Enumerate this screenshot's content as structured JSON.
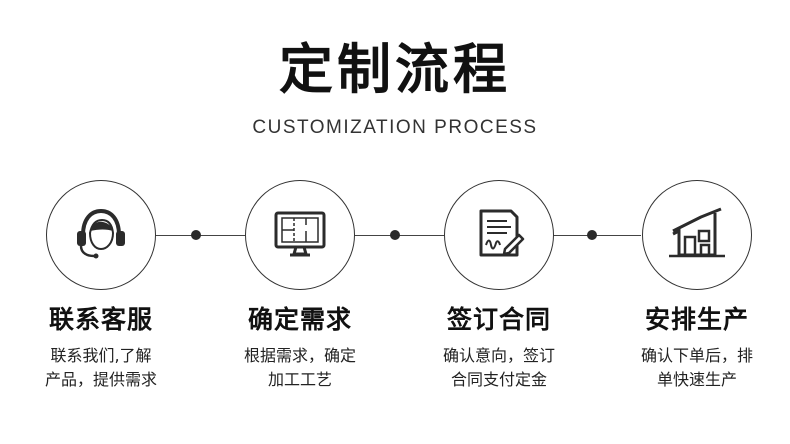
{
  "header": {
    "title": "定制流程",
    "subtitle": "CUSTOMIZATION PROCESS"
  },
  "steps": [
    {
      "icon": "headset-icon",
      "title": "联系客服",
      "desc_line1": "联系我们,了解",
      "desc_line2": "产品，提供需求"
    },
    {
      "icon": "monitor-icon",
      "title": "确定需求",
      "desc_line1": "根据需求，确定",
      "desc_line2": "加工工艺"
    },
    {
      "icon": "contract-sign-icon",
      "title": "签订合同",
      "desc_line1": "确认意向，签订",
      "desc_line2": "合同支付定金"
    },
    {
      "icon": "factory-icon",
      "title": "安排生产",
      "desc_line1": "确认下单后，排",
      "desc_line2": "单快速生产"
    }
  ],
  "colors": {
    "text": "#111111",
    "line": "#444444",
    "dot": "#2a2a2a"
  }
}
